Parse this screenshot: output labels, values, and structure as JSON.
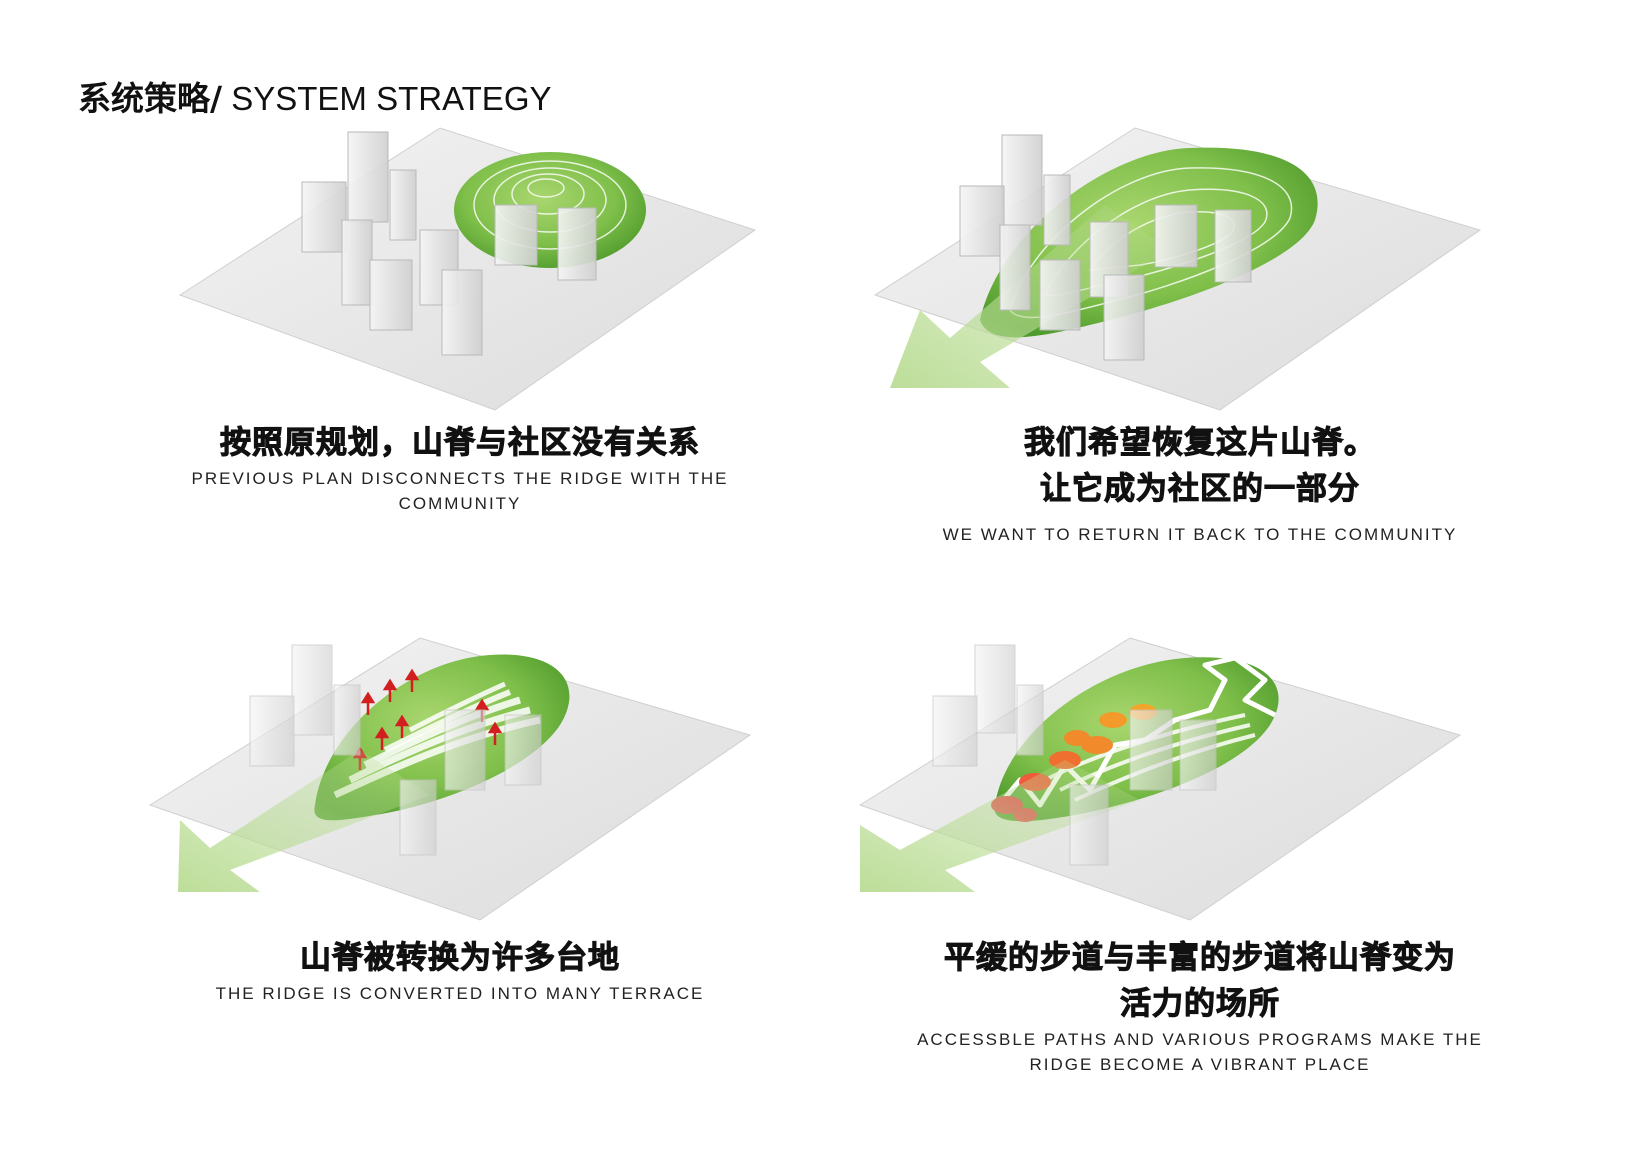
{
  "header": {
    "title_zh": "系统策略/",
    "title_en": " SYSTEM STRATEGY"
  },
  "panels": [
    {
      "caption_zh": [
        "按照原规划，山脊与社区没有关系"
      ],
      "caption_en": [
        "PREVIOUS PLAN DISCONNECTS THE RIDGE WITH THE",
        "COMMUNITY"
      ]
    },
    {
      "caption_zh": [
        "我们希望恢复这片山脊。",
        "让它成为社区的一部分"
      ],
      "caption_en": [
        "WE WANT TO RETURN IT BACK TO THE COMMUNITY"
      ]
    },
    {
      "caption_zh": [
        "山脊被转换为许多台地"
      ],
      "caption_en": [
        "THE RIDGE IS CONVERTED INTO MANY TERRACE"
      ]
    },
    {
      "caption_zh": [
        "平缓的步道与丰富的步道将山脊变为",
        "活力的场所"
      ],
      "caption_en": [
        "ACCESSBLE PATHS AND VARIOUS PROGRAMS MAKE THE",
        "RIDGE BECOME A VIBRANT PLACE"
      ]
    }
  ],
  "colors": {
    "ridge_green": "#7fbf4a",
    "ridge_dark": "#4e9a2c",
    "arrow_green": "#b9dc93",
    "base_gray": "#e4e4e4",
    "building": "#d6d6d6",
    "terrace_arrow": "#d21f1f",
    "program_orange": "#f08a2a",
    "program_red": "#ee3b4b"
  }
}
